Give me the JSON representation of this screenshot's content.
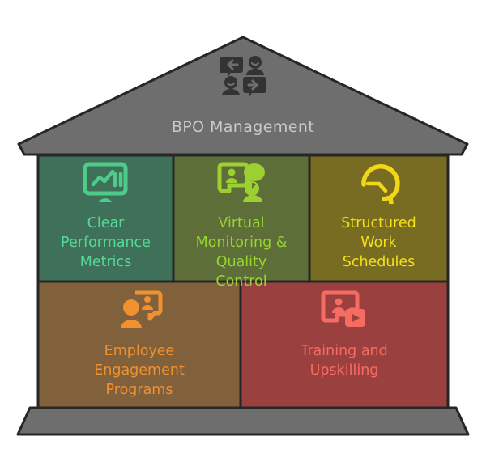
{
  "diagram": {
    "type": "house-framework",
    "roof": {
      "title": "BPO Management",
      "title_color": "#c9c9c9",
      "fill": "#6e6e6e",
      "stroke": "#262626",
      "icon": "people-chat-exchange-icon",
      "icon_color": "#333333"
    },
    "base": {
      "fill": "#6e6e6e",
      "stroke": "#262626",
      "label": ""
    },
    "pillars": [
      {
        "id": "clear-performance-metrics",
        "label": "Clear\nPerformance\nMetrics",
        "fill": "#3f7059",
        "text_color": "#56d998",
        "icon": "monitor-chart-icon",
        "icon_color": "#4ecb8b",
        "row": 1,
        "col": 1
      },
      {
        "id": "virtual-monitoring-quality-control",
        "label": "Virtual\nMonitoring &\nQuality\nControl",
        "fill": "#5d6e38",
        "text_color": "#96d62f",
        "icon": "screen-person-chat-icon",
        "icon_color": "#9ccf30",
        "row": 1,
        "col": 2
      },
      {
        "id": "structured-work-schedules",
        "label": "Structured\nWork\nSchedules",
        "fill": "#776c22",
        "text_color": "#f2e019",
        "icon": "history-clock-arrow-icon",
        "icon_color": "#f2d717",
        "row": 1,
        "col": 3
      },
      {
        "id": "employee-engagement-programs",
        "label": "Employee\nEngagement\nPrograms",
        "fill": "#81603c",
        "text_color": "#f0902f",
        "icon": "person-screen-presenter-icon",
        "icon_color": "#f0902f",
        "row": 2,
        "col": 1
      },
      {
        "id": "training-and-upskilling",
        "label": "Training and\nUpskilling",
        "fill": "#9a4140",
        "text_color": "#f76c62",
        "icon": "screen-person-play-icon",
        "icon_color": "#f76c62",
        "row": 2,
        "col": 2
      }
    ],
    "colors": {
      "background": "#ffffff",
      "outline": "#262626",
      "roof_gray": "#6e6e6e"
    }
  }
}
